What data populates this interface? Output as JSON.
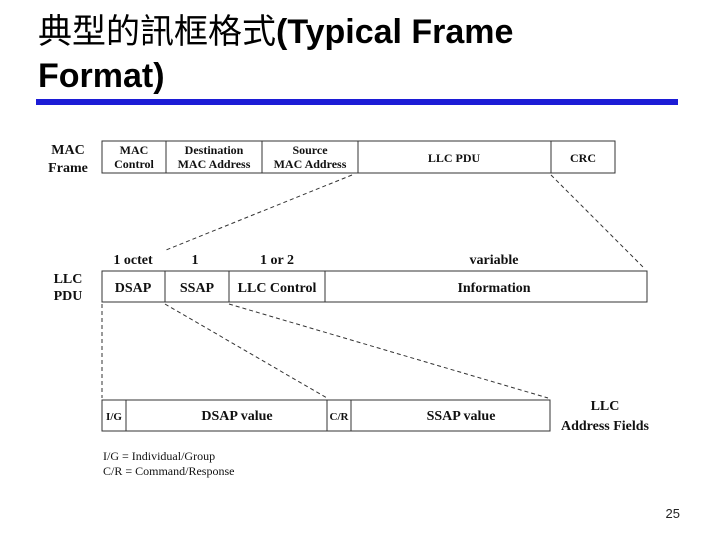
{
  "title": {
    "cjk": "典型的訊框格式",
    "latin_line1": "(Typical Frame",
    "latin_line2": "Format)"
  },
  "diagram": {
    "mac_frame_label": [
      "MAC",
      "Frame"
    ],
    "mac_fields": [
      [
        "MAC",
        "Control"
      ],
      [
        "Destination",
        "MAC Address"
      ],
      [
        "Source",
        "MAC Address"
      ],
      [
        "LLC PDU"
      ],
      [
        "CRC"
      ]
    ],
    "llc_pdu_label": [
      "LLC",
      "PDU"
    ],
    "llc_sizes": [
      "1 octet",
      "1",
      "1 or 2",
      "variable"
    ],
    "llc_fields": [
      "DSAP",
      "SSAP",
      "LLC Control",
      "Information"
    ],
    "address_fields": [
      "I/G",
      "DSAP value",
      "C/R",
      "SSAP value"
    ],
    "address_label": [
      "LLC",
      "Address Fields"
    ],
    "legend": [
      "I/G = Individual/Group",
      "C/R = Command/Response"
    ]
  },
  "slide_number": "25"
}
